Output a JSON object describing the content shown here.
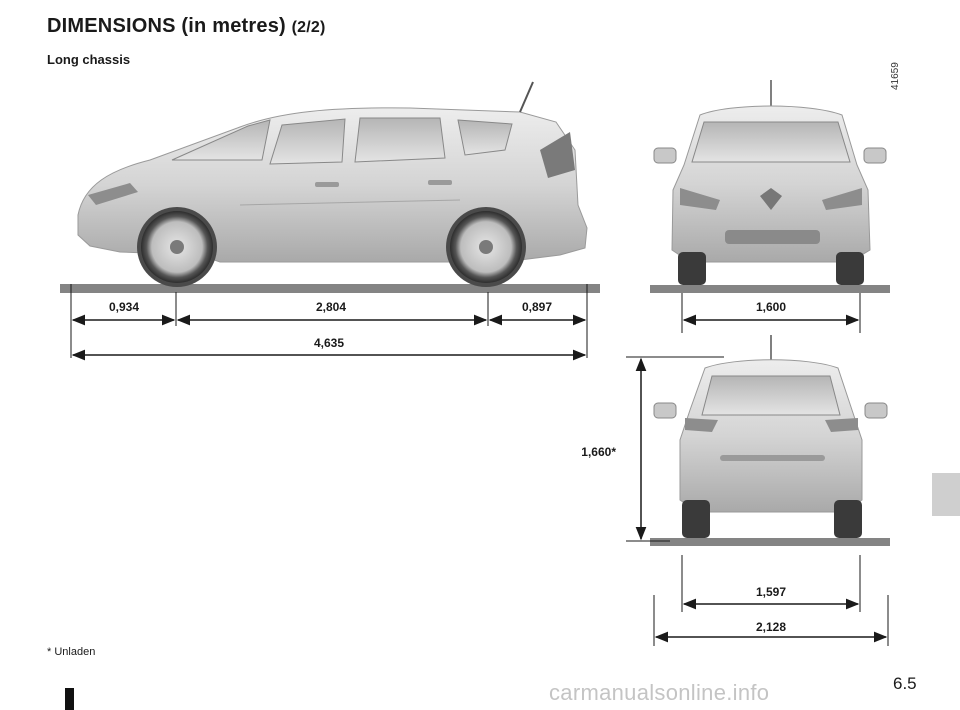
{
  "page": {
    "title": "DIMENSIONS (in metres)",
    "title_suffix": "(2/2)",
    "subtitle": "Long chassis",
    "reference": "41659",
    "footnote": "* Unladen",
    "page_number": "6.5",
    "watermark": "carmanualsonline.info"
  },
  "dimensions": {
    "front_overhang": "0,934",
    "wheelbase": "2,804",
    "rear_overhang": "0,897",
    "overall_length": "4,635",
    "front_track": "1,600",
    "height": "1,660*",
    "rear_track": "1,597",
    "width_with_mirrors": "2,128"
  },
  "colors": {
    "ground_shadow": "#6f6f6f",
    "car_body": "#cfcfcf",
    "car_dark": "#8a8a8a",
    "tab": "#cfcfcf"
  }
}
